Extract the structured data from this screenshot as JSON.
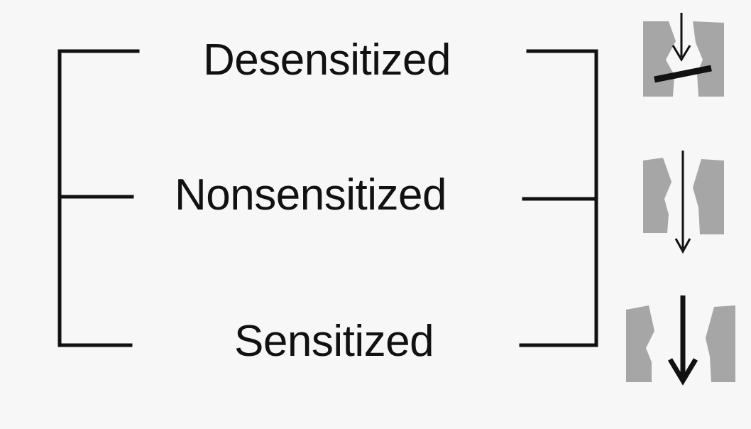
{
  "diagram": {
    "states": [
      {
        "label": "Desensitized",
        "icon": "channel-blocked-icon"
      },
      {
        "label": "Nonsensitized",
        "icon": "channel-open-thin-flow-icon"
      },
      {
        "label": "Sensitized",
        "icon": "channel-open-strong-flow-icon"
      }
    ],
    "colors": {
      "line": "#111111",
      "channel": "#a6a6a6",
      "background": "#f7f7f7"
    }
  }
}
